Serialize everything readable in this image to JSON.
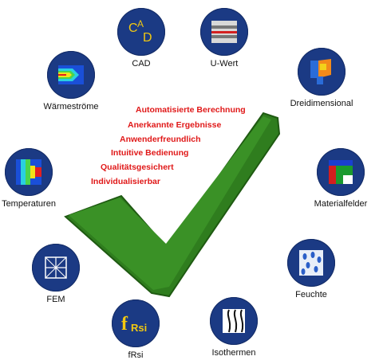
{
  "center": {
    "title": "Expertensoftware"
  },
  "features": [
    "Automatisierte Berechnung",
    "Anerkannte Ergebnisse",
    "Anwenderfreundlich",
    "Intuitive Bedienung",
    "Qualitätsgesichert",
    "Individualisierbar"
  ],
  "nodes": {
    "cad": "CAD",
    "uwert": "U-Wert",
    "dreidimensional": "Dreidimensional",
    "materialfelder": "Materialfelder",
    "feuchte": "Feuchte",
    "isothermen": "Isothermen",
    "frsi": "fRsi",
    "fem": "FEM",
    "temperaturen": "Temperaturen",
    "waermestroeme": "Wärmeströme"
  },
  "icon_text": {
    "cad": "CAD",
    "frsi_f": "f",
    "frsi_sub": "Rsi"
  },
  "colors": {
    "circle": "#1b3a84",
    "check": "#2f7d1e",
    "feature_text": "#e01818",
    "icon_text": "#f2c811"
  }
}
